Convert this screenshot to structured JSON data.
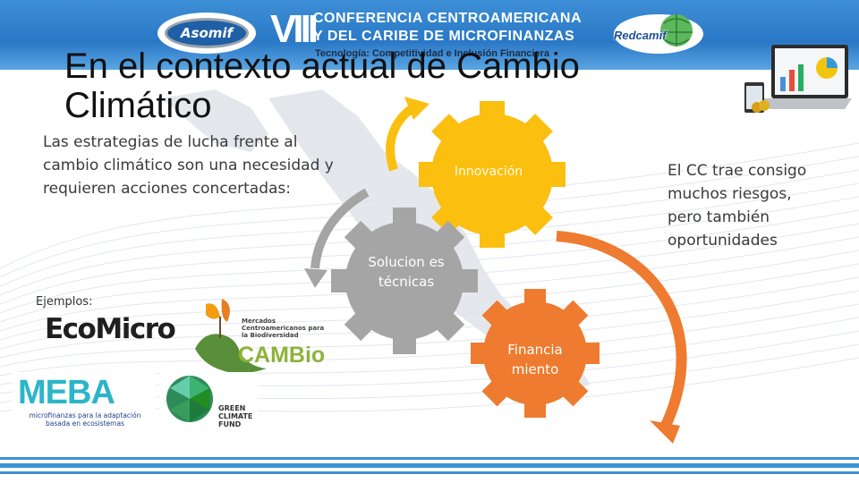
{
  "header": {
    "roman_numeral": "VIII",
    "conference_line1": "CONFERENCIA CENTROAMERICANA",
    "conference_line2": "Y DEL CARIBE DE MICROFINANZAS",
    "subtitle": "Tecnología: Competitividad e Inclusión Financiera",
    "left_logo": "Asomif",
    "right_logo": "Redcamif"
  },
  "slide": {
    "title": "En el contexto actual de Cambio Climático",
    "left_text": "Las estrategias de lucha frente al cambio climático son una necesidad  y requieren acciones concertadas:",
    "right_text": "El CC trae consigo muchos riesgos, pero también oportunidades",
    "examples_label": "Ejemplos:"
  },
  "gears": {
    "innovation": "Innovación",
    "financing": "Financia miento",
    "solutions": "Solucion es técnicas"
  },
  "logos": {
    "ecomicro": "EcoMicro",
    "cambio_small": "Mercados Centroamericanos para la Biodiversidad",
    "cambio_big": "CAMBio",
    "meba_word": "MEBA",
    "meba_sub": "microfinanzas para la adaptación basada en ecosistemas",
    "gcf": "GREEN CLIMATE FUND"
  },
  "colors": {
    "header_blue": "#2a78c6",
    "innovation_gear": "#fbbf10",
    "financing_gear": "#ee7b2f",
    "solutions_gear": "#a5a5a5",
    "arrow_yellow": "#fbbf10",
    "arrow_orange": "#ee7b2f",
    "arrow_gray": "#a5a5a5"
  }
}
